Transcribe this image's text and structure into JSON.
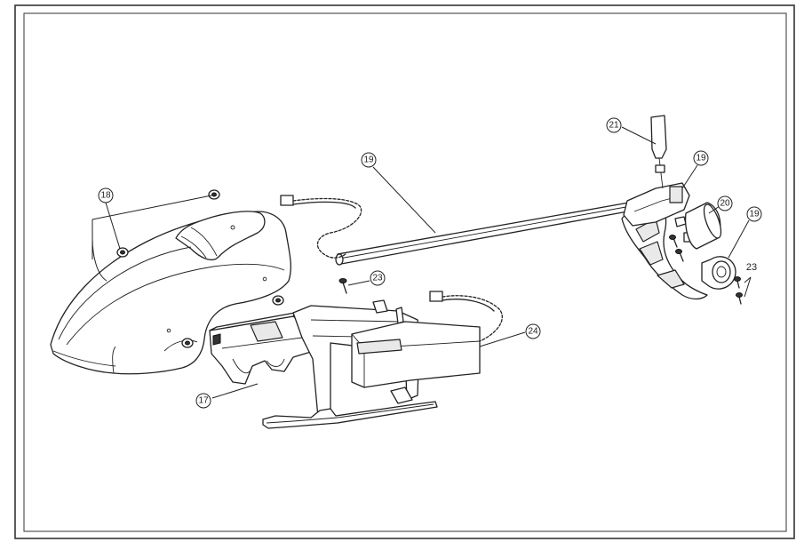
{
  "diagram": {
    "callouts": [
      {
        "id": "c17",
        "label": "17",
        "part": "canopy-mount-frame"
      },
      {
        "id": "c18",
        "label": "18",
        "part": "canopy-grommet"
      },
      {
        "id": "c19a",
        "label": "19",
        "part": "tail-boom"
      },
      {
        "id": "c19b",
        "label": "19",
        "part": "tail-rotor-assembly"
      },
      {
        "id": "c19c",
        "label": "19",
        "part": "boom-clamp"
      },
      {
        "id": "c20",
        "label": "20",
        "part": "tail-motor"
      },
      {
        "id": "c21",
        "label": "21",
        "part": "tail-blade"
      },
      {
        "id": "c23a",
        "label": "23",
        "part": "screw"
      },
      {
        "id": "c24",
        "label": "24",
        "part": "battery-pack"
      }
    ],
    "plain_labels": [
      {
        "id": "t23",
        "label": "23"
      }
    ]
  }
}
